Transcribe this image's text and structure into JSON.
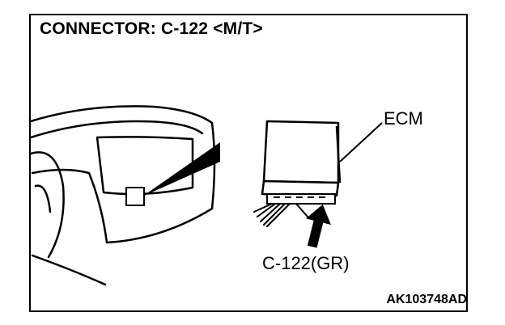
{
  "title": "CONNECTOR: C-122 <M/T>",
  "labels": {
    "ecm": "ECM",
    "connector": "C-122(GR)"
  },
  "figure_code": "AK103748AD"
}
